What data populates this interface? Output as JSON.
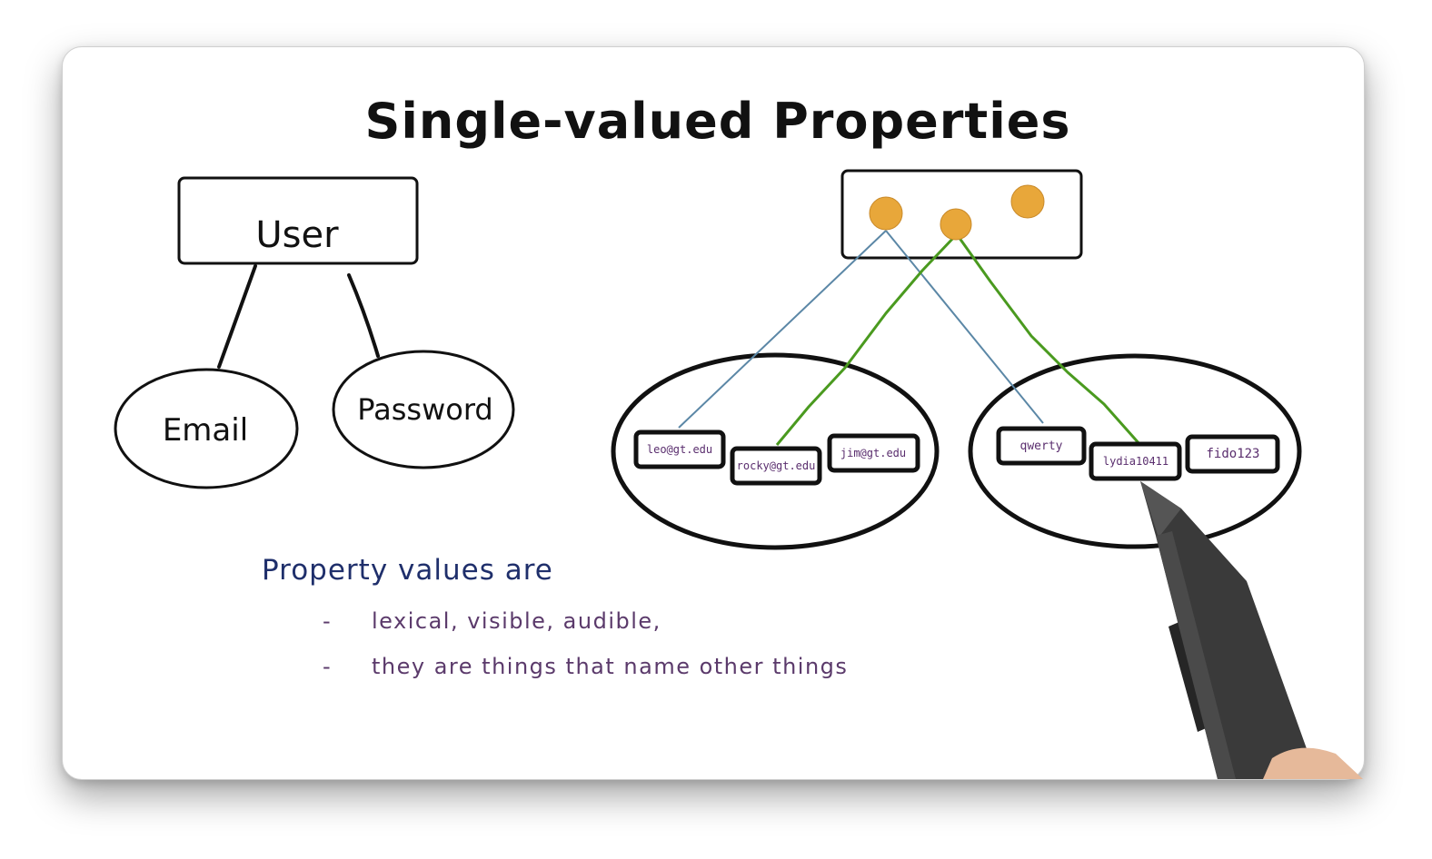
{
  "title": "Single-valued Properties",
  "left_diagram": {
    "entity": "User",
    "attributes": [
      "Email",
      "Password"
    ]
  },
  "right_diagram": {
    "email_values": [
      "leo@gt.edu",
      "rocky@gt.edu",
      "jim@gt.edu"
    ],
    "password_values": [
      "qwerty",
      "lydia10411",
      "fido123"
    ],
    "colors": {
      "dot": "#e8a73a",
      "blue_link": "#5b87a6",
      "green_link": "#4a9a1f"
    }
  },
  "notes": {
    "heading": "Property values are",
    "bullet_mark": "-",
    "items": [
      "lexical, visible, audible,",
      "they are things that name other things"
    ]
  }
}
